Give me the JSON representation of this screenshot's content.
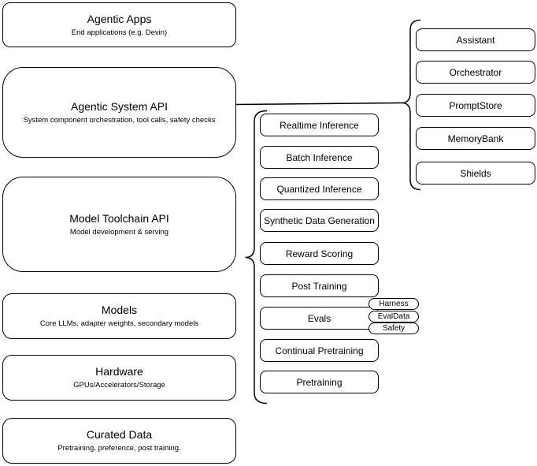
{
  "layers": [
    {
      "title": "Agentic Apps",
      "subtitle": "End applications (e.g. Devin)"
    },
    {
      "title": "Agentic System API",
      "subtitle": "System component orchestration, tool calls, safety checks"
    },
    {
      "title": "Model Toolchain API",
      "subtitle": "Model development & serving"
    },
    {
      "title": "Models",
      "subtitle": "Core LLMs, adapter weights, secondary models"
    },
    {
      "title": "Hardware",
      "subtitle": "GPUs/Accelerators/Storage"
    },
    {
      "title": "Curated Data",
      "subtitle": "Pretraining, preference, post training."
    }
  ],
  "toolchain_components": [
    "Realtime Inference",
    "Batch Inference",
    "Quantized Inference",
    "Synthetic Data Generation",
    "Reward Scoring",
    "Post Training",
    "Evals",
    "Continual Pretraining",
    "Pretraining"
  ],
  "eval_tags": [
    "Harness",
    "EvalData",
    "Safety"
  ],
  "system_components": [
    "Assistant",
    "Orchestrator",
    "PromptStore",
    "MemoryBank",
    "Shields"
  ],
  "colors": {
    "stroke": "#000000",
    "fill": "#ffffff",
    "text": "#000000"
  }
}
